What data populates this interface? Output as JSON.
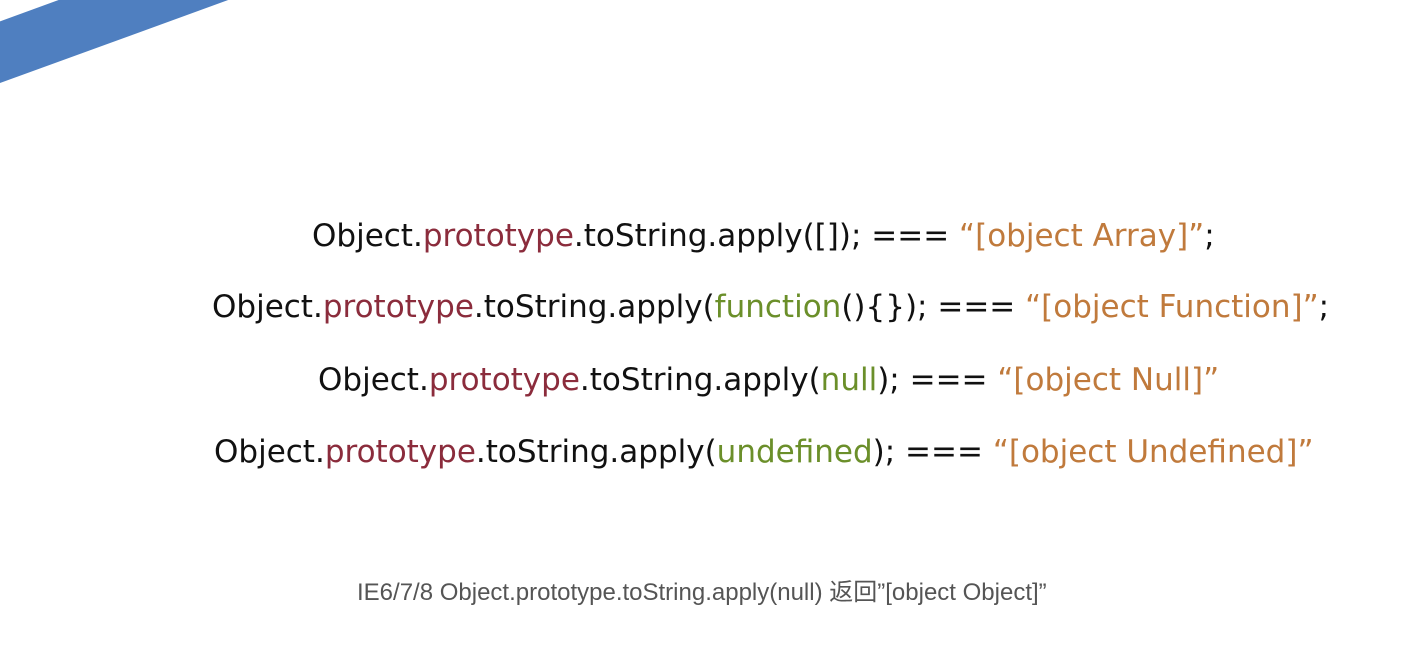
{
  "banner": {
    "title": "Object.prototype.toString",
    "color": "#4f7fc0"
  },
  "colors": {
    "keyword": "#8b2c3c",
    "argument": "#6b8f2a",
    "string": "#c07a3c",
    "text": "#111111"
  },
  "lines": [
    {
      "obj": "Object.",
      "kw": "prototype",
      "method": ".toString.apply(",
      "arg": "[]",
      "tail": "); === ",
      "str": "“[object Array]”",
      "end": ";"
    },
    {
      "obj": "Object.",
      "kw": "prototype",
      "method": ".toString.apply(",
      "arg": "function",
      "tail": "(){}); === ",
      "str": "“[object Function]”",
      "end": ";"
    },
    {
      "obj": "Object.",
      "kw": "prototype",
      "method": ".toString.apply(",
      "arg": "null",
      "tail": "); === ",
      "str": "“[object Null]”",
      "end": ""
    },
    {
      "obj": "Object.",
      "kw": "prototype",
      "method": ".toString.apply(",
      "arg": "undefined",
      "tail": "); === ",
      "str": "“[object Undefined]”",
      "end": ""
    }
  ],
  "footnote": "IE6/7/8 Object.prototype.toString.apply(null) 返回”[object Object]”"
}
